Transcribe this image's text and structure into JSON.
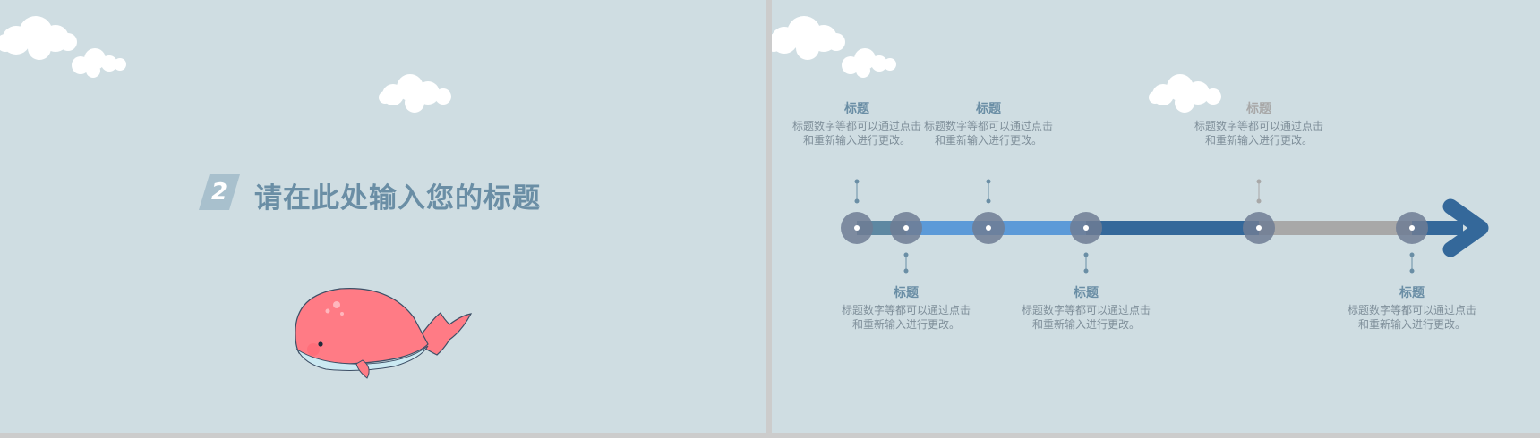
{
  "section": {
    "number": "2",
    "title": "请在此处输入您的标题"
  },
  "timeline": {
    "events": [
      {
        "title": "标题",
        "line1": "标题数字等都可以通过点击",
        "line2": "和重新输入进行更改。",
        "position": "above",
        "color": "#6a8ea5"
      },
      {
        "title": "标题",
        "line1": "标题数字等都可以通过点击",
        "line2": "和重新输入进行更改。",
        "position": "below",
        "color": "#6a8ea5"
      },
      {
        "title": "标题",
        "line1": "标题数字等都可以通过点击",
        "line2": "和重新输入进行更改。",
        "position": "above",
        "color": "#6a8ea5"
      },
      {
        "title": "标题",
        "line1": "标题数字等都可以通过点击",
        "line2": "和重新输入进行更改。",
        "position": "below",
        "color": "#6a8ea5"
      },
      {
        "title": "标题",
        "line1": "标题数字等都可以通过点击",
        "line2": "和重新输入进行更改。",
        "position": "above",
        "color": "#a8a8a8"
      },
      {
        "title": "标题",
        "line1": "标题数字等都可以通过点击",
        "line2": "和重新输入进行更改。",
        "position": "below",
        "color": "#6a8ea5"
      }
    ],
    "segment_colors": [
      "#5e88a2",
      "#5c9ad8",
      "#34689a",
      "#a8a8a8",
      "#34689a"
    ],
    "node_color": "#6e7d94"
  }
}
